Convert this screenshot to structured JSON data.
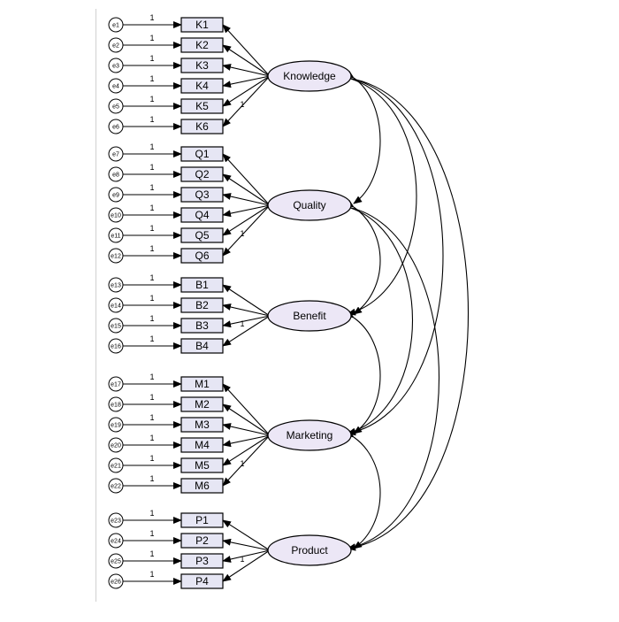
{
  "diagram": {
    "path_label": "1",
    "colors": {
      "box_fill": "#e6e6f4",
      "ellipse_fill": "#ece7f6",
      "stroke": "#000000"
    },
    "factors": [
      {
        "name": "Knowledge",
        "indicators": [
          {
            "label": "K1",
            "error": "e1"
          },
          {
            "label": "K2",
            "error": "e2"
          },
          {
            "label": "K3",
            "error": "e3"
          },
          {
            "label": "K4",
            "error": "e4"
          },
          {
            "label": "K5",
            "error": "e5"
          },
          {
            "label": "K6",
            "error": "e6"
          }
        ]
      },
      {
        "name": "Quality",
        "indicators": [
          {
            "label": "Q1",
            "error": "e7"
          },
          {
            "label": "Q2",
            "error": "e8"
          },
          {
            "label": "Q3",
            "error": "e9"
          },
          {
            "label": "Q4",
            "error": "e10"
          },
          {
            "label": "Q5",
            "error": "e11"
          },
          {
            "label": "Q6",
            "error": "e12"
          }
        ]
      },
      {
        "name": "Benefit",
        "indicators": [
          {
            "label": "B1",
            "error": "e13"
          },
          {
            "label": "B2",
            "error": "e14"
          },
          {
            "label": "B3",
            "error": "e15"
          },
          {
            "label": "B4",
            "error": "e16"
          }
        ]
      },
      {
        "name": "Marketing",
        "indicators": [
          {
            "label": "M1",
            "error": "e17"
          },
          {
            "label": "M2",
            "error": "e18"
          },
          {
            "label": "M3",
            "error": "e19"
          },
          {
            "label": "M4",
            "error": "e20"
          },
          {
            "label": "M5",
            "error": "e21"
          },
          {
            "label": "M6",
            "error": "e22"
          }
        ]
      },
      {
        "name": "Product",
        "indicators": [
          {
            "label": "P1",
            "error": "e23"
          },
          {
            "label": "P2",
            "error": "e24"
          },
          {
            "label": "P3",
            "error": "e25"
          },
          {
            "label": "P4",
            "error": "e26"
          }
        ]
      }
    ],
    "covariances": [
      [
        "Knowledge",
        "Quality"
      ],
      [
        "Knowledge",
        "Benefit"
      ],
      [
        "Knowledge",
        "Marketing"
      ],
      [
        "Knowledge",
        "Product"
      ],
      [
        "Quality",
        "Benefit"
      ],
      [
        "Quality",
        "Marketing"
      ],
      [
        "Quality",
        "Product"
      ],
      [
        "Benefit",
        "Marketing"
      ],
      [
        "Marketing",
        "Product"
      ]
    ]
  }
}
